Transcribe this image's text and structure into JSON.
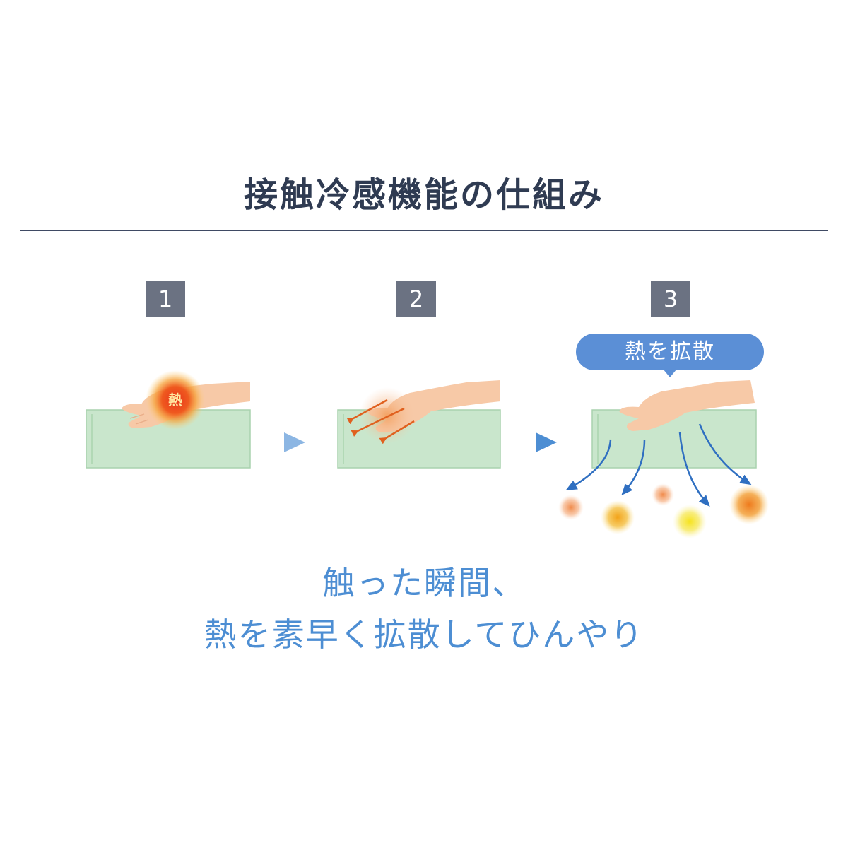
{
  "title": "接触冷感機能の仕組み",
  "steps": [
    {
      "number": "1",
      "heat_label": "熱"
    },
    {
      "number": "2"
    },
    {
      "number": "3",
      "bubble": "熱を拡散"
    }
  ],
  "caption": {
    "line1": "触った瞬間、",
    "line2": "熱を素早く拡散してひんやり"
  },
  "colors": {
    "title": "#2f3b52",
    "badge": "#6b7282",
    "fabric": "#c9e6cc",
    "skin": "#f7c9a7",
    "accent_blue": "#4d8ed3",
    "heat_orange": "#ee7a1c",
    "heat_yellow": "#f6e31c"
  }
}
